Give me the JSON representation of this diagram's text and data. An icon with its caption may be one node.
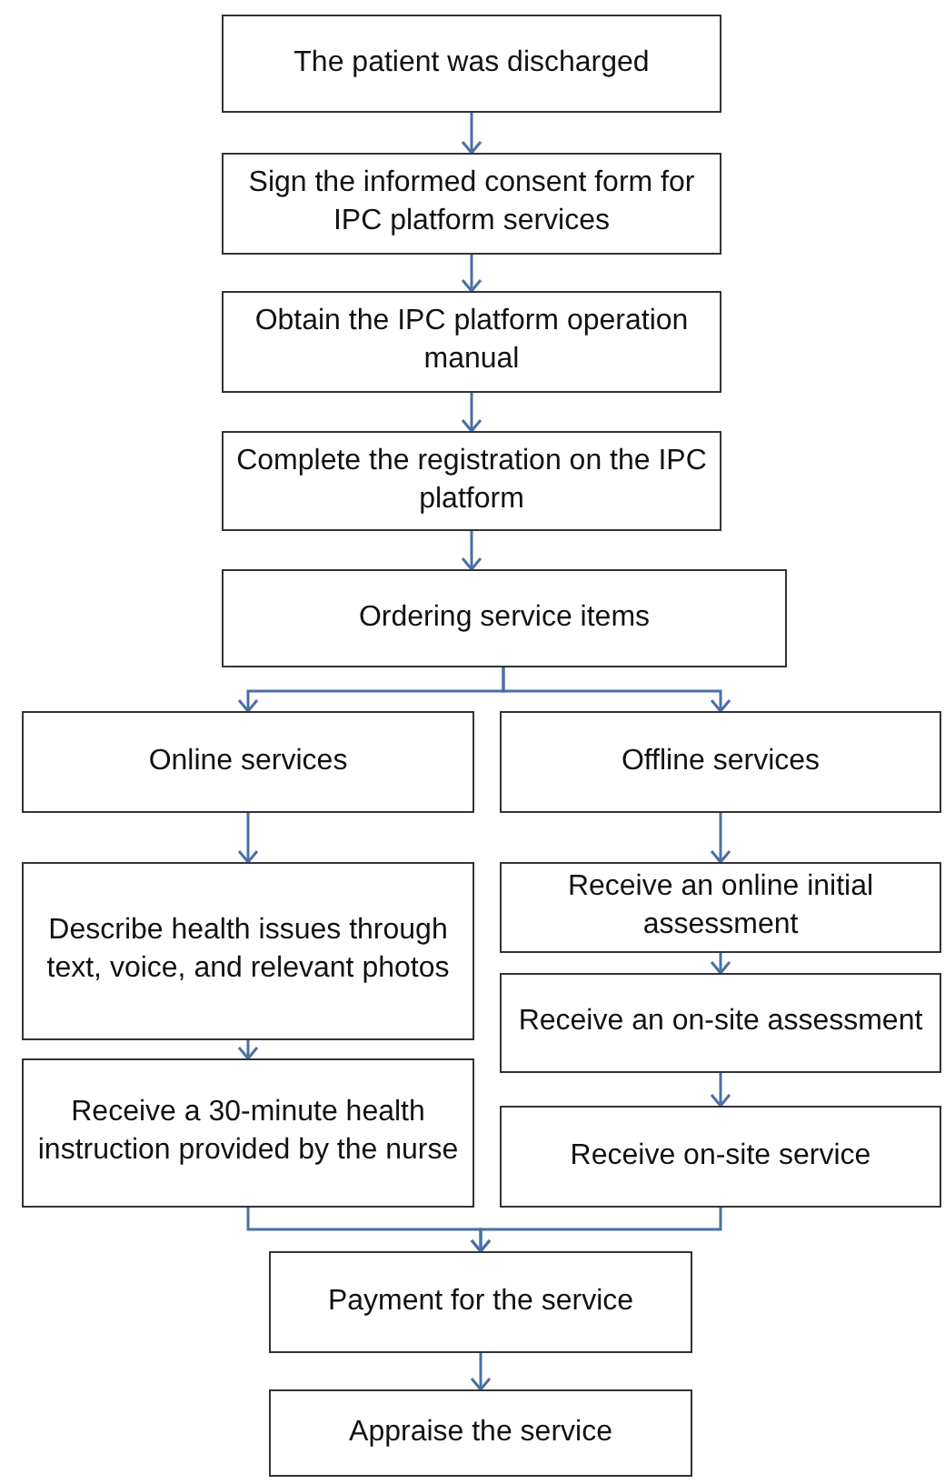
{
  "diagram": {
    "nodes": [
      {
        "text": [
          "The patient was discharged"
        ]
      },
      {
        "text": [
          "Sign the informed consent form for IPC platform services"
        ]
      },
      {
        "text": [
          "Obtain the IPC platform operation manual"
        ]
      },
      {
        "text": [
          "Complete the registration on the IPC platform"
        ]
      },
      {
        "text": [
          "Ordering service items"
        ]
      },
      {
        "text": [
          "Online services"
        ]
      },
      {
        "text": [
          "Offline services"
        ]
      },
      {
        "text": [
          "Describe health issues through text, voice, and relevant photos"
        ]
      },
      {
        "text": [
          "Receive a 30-minute health instruction provided by the nurse"
        ]
      },
      {
        "text": [
          "Receive an online initial assessment"
        ]
      },
      {
        "text": [
          "Receive an on-site assessment"
        ]
      },
      {
        "text": [
          "Receive on-site service"
        ]
      },
      {
        "text": [
          "Payment for the service"
        ]
      },
      {
        "text": [
          "Appraise the service"
        ]
      }
    ],
    "edges": [
      {
        "from": 0,
        "to": 1,
        "arrow": "to"
      },
      {
        "from": 1,
        "to": 2,
        "arrow": "to"
      },
      {
        "from": 2,
        "to": 3,
        "arrow": "to"
      },
      {
        "from": 3,
        "to": 4,
        "arrow": "to"
      },
      {
        "from": 4,
        "to": 5,
        "arrow": "to"
      },
      {
        "from": 4,
        "to": 6,
        "arrow": "to"
      },
      {
        "from": 5,
        "to": 7,
        "arrow": "to"
      },
      {
        "from": 7,
        "to": 8,
        "arrow": "to"
      },
      {
        "from": 6,
        "to": 9,
        "arrow": "to"
      },
      {
        "from": 9,
        "to": 10,
        "arrow": "to"
      },
      {
        "from": 10,
        "to": 11,
        "arrow": "to"
      },
      {
        "from": 8,
        "to": 12,
        "arrow": "to"
      },
      {
        "from": 11,
        "to": 12,
        "arrow": "to"
      },
      {
        "from": 12,
        "to": 13,
        "arrow": "to"
      }
    ]
  }
}
